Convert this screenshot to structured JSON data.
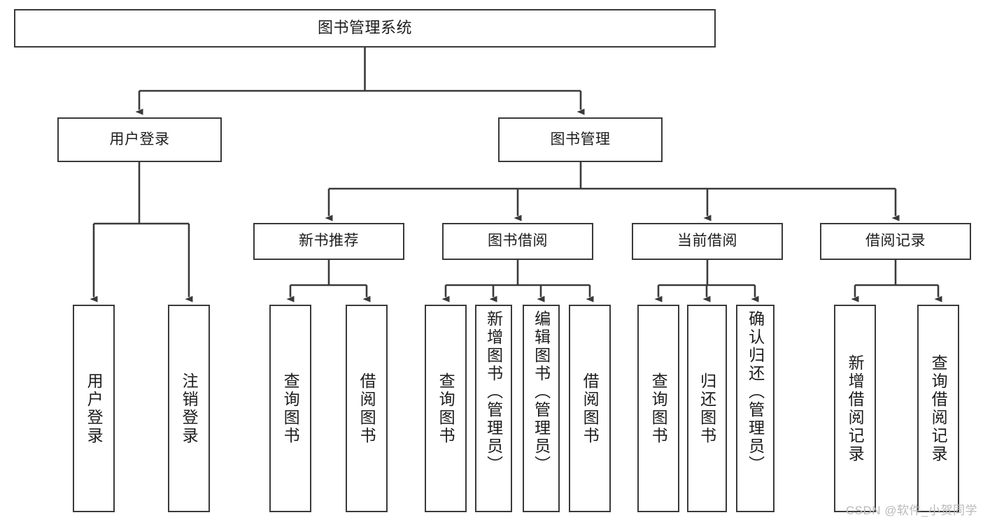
{
  "diagram": {
    "type": "tree-hierarchy",
    "title": "图书管理系统",
    "watermark": "CSDN @软件_小贺同学",
    "colors": {
      "stroke": "#3a3a3a",
      "fill": "#ffffff",
      "text": "#1c1c1c",
      "watermark": "#b9b9b9"
    },
    "nodes": {
      "root": {
        "label": "图书管理系统"
      },
      "level2": [
        {
          "id": "user-login",
          "label": "用户登录"
        },
        {
          "id": "book-manage",
          "label": "图书管理"
        }
      ],
      "level3": [
        {
          "id": "new-book-rec",
          "label": "新书推荐"
        },
        {
          "id": "book-borrow",
          "label": "图书借阅"
        },
        {
          "id": "current-borrow",
          "label": "当前借阅"
        },
        {
          "id": "borrow-record",
          "label": "借阅记录"
        }
      ],
      "leaves": {
        "user-login": [
          {
            "id": "leaf-user-login",
            "label": "用户登录"
          },
          {
            "id": "leaf-logout",
            "label": "注销登录"
          }
        ],
        "new-book-rec": [
          {
            "id": "leaf-query-book-1",
            "label": "查询图书"
          },
          {
            "id": "leaf-borrow-book-1",
            "label": "借阅图书"
          }
        ],
        "book-borrow": [
          {
            "id": "leaf-query-book-2",
            "label": "查询图书"
          },
          {
            "id": "leaf-add-book",
            "label": "新增图书（管理员）"
          },
          {
            "id": "leaf-edit-book",
            "label": "编辑图书（管理员）"
          },
          {
            "id": "leaf-borrow-book-2",
            "label": "借阅图书"
          }
        ],
        "current-borrow": [
          {
            "id": "leaf-query-book-3",
            "label": "查询图书"
          },
          {
            "id": "leaf-return-book",
            "label": "归还图书"
          },
          {
            "id": "leaf-confirm-return",
            "label": "确认归还（管理员）"
          }
        ],
        "borrow-record": [
          {
            "id": "leaf-add-record",
            "label": "新增借阅记录"
          },
          {
            "id": "leaf-query-record",
            "label": "查询借阅记录"
          }
        ]
      }
    }
  }
}
